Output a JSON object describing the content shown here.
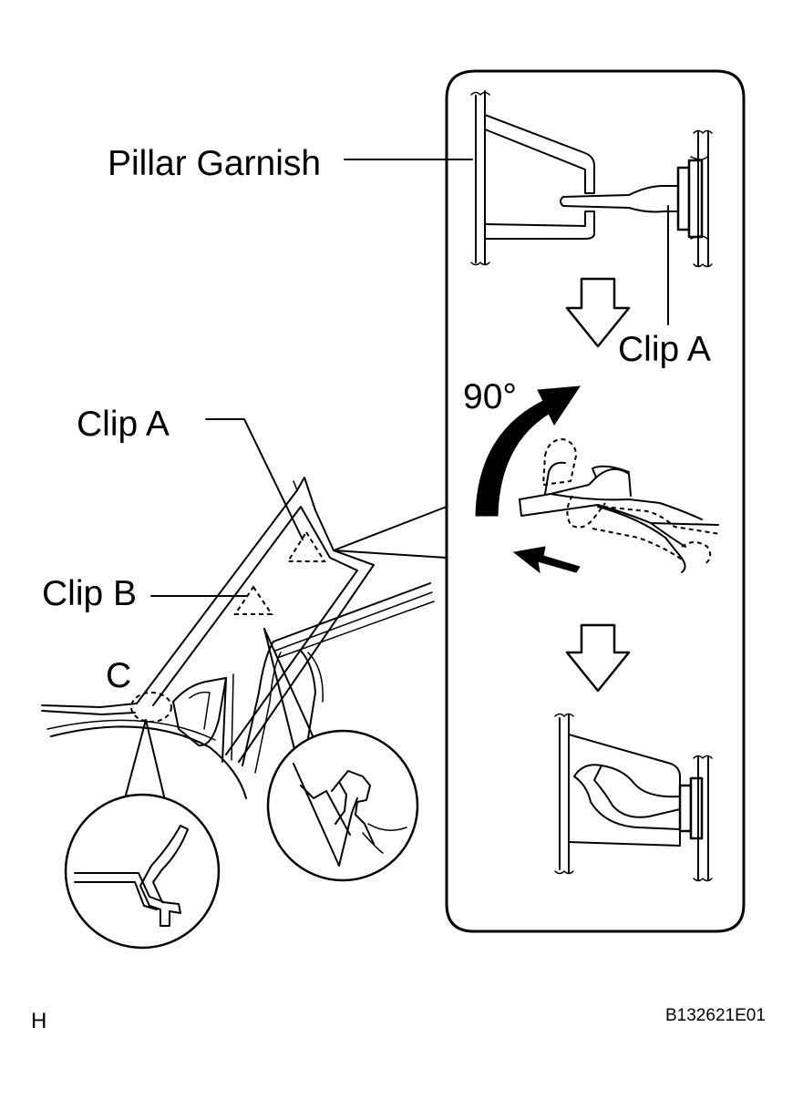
{
  "labels": {
    "pillar_garnish": "Pillar Garnish",
    "clip_a_inset": "Clip A",
    "clip_a_main": "Clip A",
    "clip_b": "Clip B",
    "c": "C",
    "rotation": "90°",
    "corner_letter": "H",
    "figure_id": "B132621E01"
  }
}
